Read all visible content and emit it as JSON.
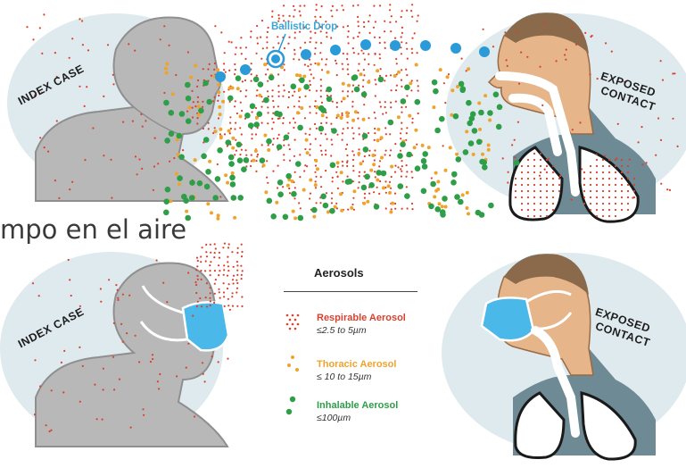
{
  "caption": "mpo en el aire",
  "top_panel": {
    "index_case_label": "INDEX CASE",
    "exposed_label_1": "EXPOSED",
    "exposed_label_2": "CONTACT",
    "ballistic_label": "Ballistic Drop"
  },
  "bottom_panel": {
    "index_case_label": "INDEX CASE",
    "exposed_label_1": "EXPOSED",
    "exposed_label_2": "CONTACT"
  },
  "legend": {
    "title": "Aerosols",
    "items": [
      {
        "name": "Respirable Aerosol",
        "size": "≤2.5 to 5µm",
        "color": "#d9412e",
        "icon": "red-dot-cluster-icon"
      },
      {
        "name": "Thoracic Aerosol",
        "size": "≤ 10 to 15µm",
        "color": "#f0a32a",
        "icon": "orange-dot-cluster-icon"
      },
      {
        "name": "Inhalable Aerosol",
        "size": "≤100µm",
        "color": "#2e9e48",
        "icon": "green-dot-cluster-icon"
      }
    ]
  },
  "colors": {
    "ellipse": "#dfeaee",
    "head_gray": "#b8b8b8",
    "skin": "#e6b58a",
    "hair": "#8a6a4a",
    "shirt": "#6d8a95",
    "mask": "#4ab8e8",
    "drop": "#2b9ad8"
  }
}
